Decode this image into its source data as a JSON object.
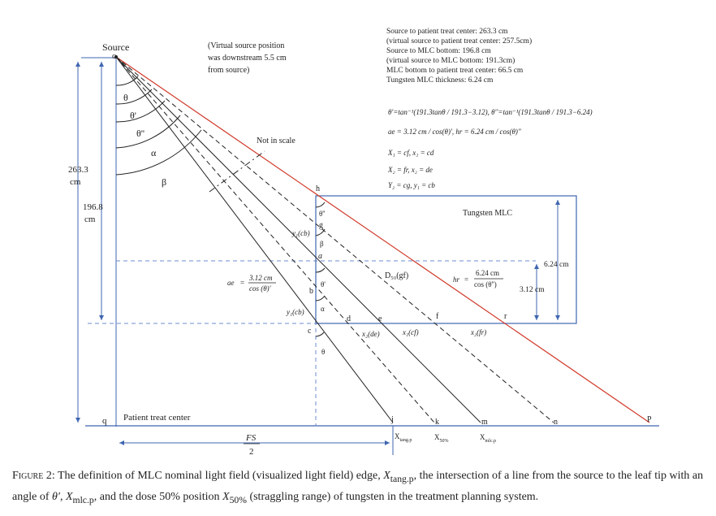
{
  "labels": {
    "source": "Source",
    "o": "o",
    "virtual_note_1": "(Virtual source position",
    "virtual_note_2": "was downstream 5.5 cm",
    "virtual_note_3": "from source)",
    "not_in_scale": "Not in scale",
    "dist_263": "263.3",
    "dist_263_unit": "cm",
    "dist_196": "196.8",
    "dist_196_unit": "cm",
    "tungsten_mlc": "Tungsten MLC",
    "cm_624": "6.24 cm",
    "cm_312": "3.12 cm",
    "patient_treat_center": "Patient treat center",
    "fs_num": "FS",
    "fs_den": "2",
    "x_tang": "X",
    "x_tang_sub": "tang.p",
    "x_50": "X",
    "x_50_sub": "50%",
    "x_mlc": "X",
    "x_mlc_sub": "mlc.p"
  },
  "info_lines": [
    "Source to patient treat center: 263.3 cm",
    "(virtual source to patient treat center: 257.5cm)",
    "Source to MLC bottom: 196.8 cm",
    "(virtual source to MLC bottom: 191.3cm)",
    "MLC bottom to patient treat center: 66.5 cm",
    "Tungsten MLC thickness: 6.24 cm"
  ],
  "angles": {
    "theta": "θ",
    "theta_p": "θ'",
    "theta_pp": "θ''",
    "alpha": "α",
    "beta": "β"
  },
  "points": {
    "h": "h",
    "g": "g",
    "a": "a",
    "b": "b",
    "c": "c",
    "d": "d",
    "e": "e",
    "f": "f",
    "r": "r",
    "q": "q",
    "j": "j",
    "k": "k",
    "m": "m",
    "n": "n",
    "p": "P"
  },
  "formulas": {
    "theta_eq": "θ'=tan⁻¹(191.3tanθ / 191.3−3.12), θ''=tan⁻¹(191.3tanθ / 191.3−6.24)",
    "ae_eq": "ae = 3.12 cm / cos(θ)', hr = 6.24 cm / cos(θ)''",
    "x1_eq": "X₁ = cf, x₁ = cd",
    "x2_eq": "X₂ = fr, x₂ = de",
    "y2_eq": "Y₂ = cg, y₁ = cb"
  },
  "inline": {
    "y1_cb_upper": "y₁(cb)",
    "y1_cb_lower": "y₁(cb)",
    "ae_312": "3.12 cm",
    "ae_cos": "cos (θ)'",
    "ae_lbl": "ae",
    "d50": "D₅₀(gf)",
    "hr_lbl": "hr",
    "hr_624": "6.24 cm",
    "hr_cos": "cos (θ'')",
    "x2_de": "x₂(de)",
    "x1_cf": "x₁(cf)",
    "x2_fr": "x₂(fr)"
  },
  "caption": {
    "figure_label": "Figure 2:",
    "text_1": " The definition of MLC nominal light field (visualized light field) edge, ",
    "x_tang": "X",
    "x_tang_sub": "tang.p",
    "text_2": ", the intersection of a line from the source to the leaf tip with an angle of ",
    "theta_prime": "θ′",
    "text_3": ", ",
    "x_mlc": "X",
    "x_mlc_sub": "mlc.p",
    "text_4": ", and the dose 50% position ",
    "x_50": "X",
    "x_50_sub": "50%",
    "text_5": " (straggling range) of tungsten in the treatment planning system."
  },
  "colors": {
    "line_blue": "#3f66b0",
    "line_red": "#d03a2a",
    "line_black": "#222222",
    "dashed_blue": "#6d8ccf"
  }
}
